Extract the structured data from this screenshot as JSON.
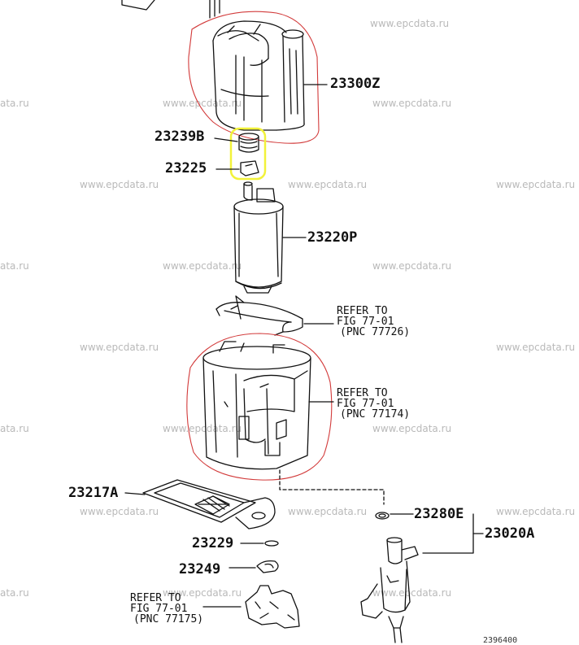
{
  "watermark": "www.epcdata.ru",
  "watermark_short": "ata.ru",
  "parts": {
    "p23300Z": "23300Z",
    "p23239B": "23239B",
    "p23225": "23225",
    "p23220P": "23220P",
    "p23217A": "23217A",
    "p23229": "23229",
    "p23249": "23249",
    "p23280E": "23280E",
    "p23020A": "23020A"
  },
  "refs": {
    "r77726": {
      "line1": "REFER TO",
      "line2": "FIG 77-01",
      "line3": "(PNC 77726)"
    },
    "r77174": {
      "line1": "REFER TO",
      "line2": "FIG 77-01",
      "line3": "(PNC 77174)"
    },
    "r77175": {
      "line1": "REFER TO",
      "line2": "FIG 77-01",
      "line3": "(PNC 77175)"
    }
  },
  "footer_code": "2396400",
  "colors": {
    "line": "#111111",
    "red_outline": "#d23a3a",
    "yellow_outline": "#f2f23a",
    "watermark": "#b9b9b9"
  }
}
